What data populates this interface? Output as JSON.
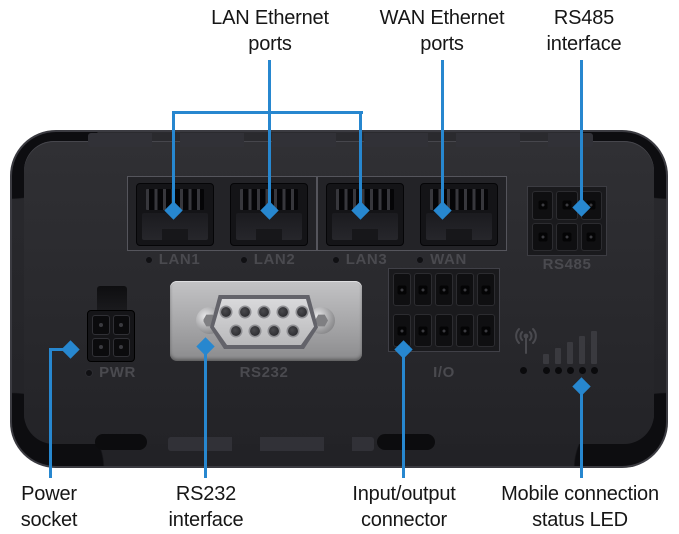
{
  "callouts": {
    "lan": {
      "line1": "LAN Ethernet",
      "line2": "ports"
    },
    "wan": {
      "line1": "WAN Ethernet",
      "line2": "ports"
    },
    "rs485": {
      "line1": "RS485",
      "line2": "interface"
    },
    "power": {
      "line1": "Power",
      "line2": "socket"
    },
    "rs232": {
      "line1": "RS232",
      "line2": "interface"
    },
    "io": {
      "line1": "Input/output",
      "line2": "connector"
    },
    "mobile": {
      "line1": "Mobile connection",
      "line2": "status LED"
    }
  },
  "device": {
    "ports": {
      "lan1": "LAN1",
      "lan2": "LAN2",
      "lan3": "LAN3",
      "wan": "WAN",
      "rs485": "RS485",
      "pwr": "PWR",
      "rs232": "RS232",
      "io": "I/O"
    },
    "signal_bar_count": 5,
    "signal_led_count": 5
  },
  "colors": {
    "callout_blue": "#2787cf",
    "background": "#ffffff",
    "device_body": "#28282b",
    "device_bumper": "#0d0d10",
    "rs232_plate": "#b0b0b2",
    "port_label_text": "#4a4a4f",
    "label_text": "#161616"
  },
  "icons": {
    "antenna": "signal-antenna-icon",
    "arrowhead": "diamond-arrowhead",
    "led": "led-dot"
  }
}
